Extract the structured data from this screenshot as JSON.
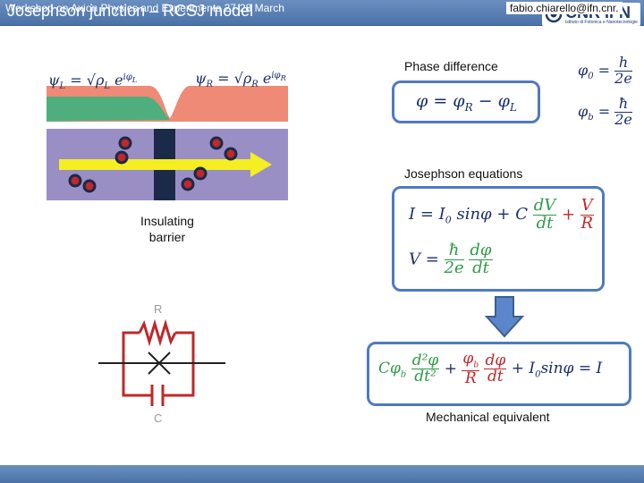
{
  "slide": {
    "title": "Josephson junction – RCSJ model",
    "logo": {
      "name": "CNR IFN",
      "subtitle": "Istituto di Fotonica e Nanotecnologie"
    },
    "footer": {
      "left": "Workshop on Axion Physics and Experiments 27-28 March",
      "right": "fabio.chiarello@ifn.cnr."
    }
  },
  "labels": {
    "phase_difference": "Phase difference",
    "josephson_equations": "Josephson equations",
    "insulating_line1": "Insulating",
    "insulating_line2": "barrier",
    "mechanical_equivalent": "Mechanical equivalent",
    "resistor": "R",
    "capacitor": "C"
  },
  "colors": {
    "title_bar": "#4b72a8",
    "left_wave": "#4fae7e",
    "right_wave": "#ee8a76",
    "junction_band": "#9a8fc4",
    "barrier": "#1a2a48",
    "arrow": "#f5ee22",
    "box_border": "#4f7ac0",
    "circuit": "#c0282a",
    "down_arrow": "#5b86cc"
  }
}
